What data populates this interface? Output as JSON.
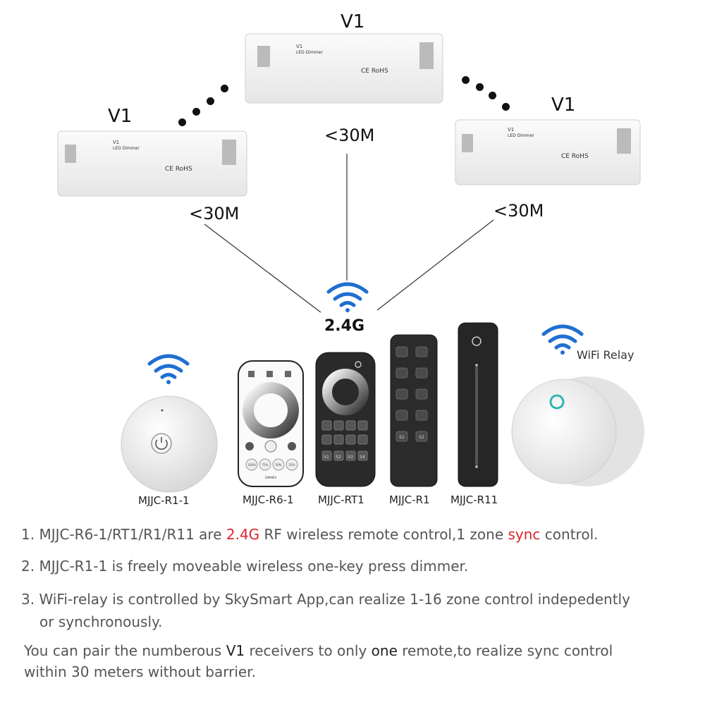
{
  "receivers": [
    {
      "label": "V1",
      "model": "V1",
      "title": "LED Dimmer",
      "marks": "CE RoHS"
    },
    {
      "label": "V1",
      "model": "V1",
      "title": "LED Dimmer",
      "marks": "CE RoHS"
    },
    {
      "label": "V1",
      "model": "V1",
      "title": "LED Dimmer",
      "marks": "CE RoHS"
    }
  ],
  "distances": {
    "left": "<30M",
    "center": "<30M",
    "right": "<30M"
  },
  "signal": {
    "label": "2.4G"
  },
  "products": {
    "r1_1": "MJJC-R1-1",
    "r6_1": "MJJC-R6-1",
    "rt1": "MJJC-RT1",
    "r1": "MJJC-R1",
    "r11": "MJJC-R11",
    "wifi_relay": "WiFi Relay"
  },
  "r6_buttons": [
    "100%",
    "75%",
    "50%",
    "25%"
  ],
  "r6_footer": "DIMMER",
  "rt1_zone_buttons": [
    "S1",
    "S2",
    "S3",
    "S4"
  ],
  "r1_zone_buttons": [
    "S1",
    "S2"
  ],
  "notes": {
    "n1": {
      "a": "1. MJJC-R6-1/RT1/R1/R11 are ",
      "b": "2.4G",
      "c": " RF wireless remote control,1 zone ",
      "d": "sync",
      "e": " control."
    },
    "n2": "2. MJJC-R1-1 is freely moveable wireless one-key press dimmer.",
    "n3a": "3. WiFi-relay is controlled by SkySmart App,can realize 1-16 zone control indepedently",
    "n3b": "or synchronously.",
    "n4": {
      "a": "You can pair the numberous ",
      "b": "V1",
      "c": " receivers to only ",
      "d": "one",
      "e": " remote,to realize sync control"
    },
    "n4b": "within 30 meters without barrier."
  },
  "colors": {
    "accent_red": "#d9272d",
    "wifi_blue": "#1f6fd1"
  }
}
